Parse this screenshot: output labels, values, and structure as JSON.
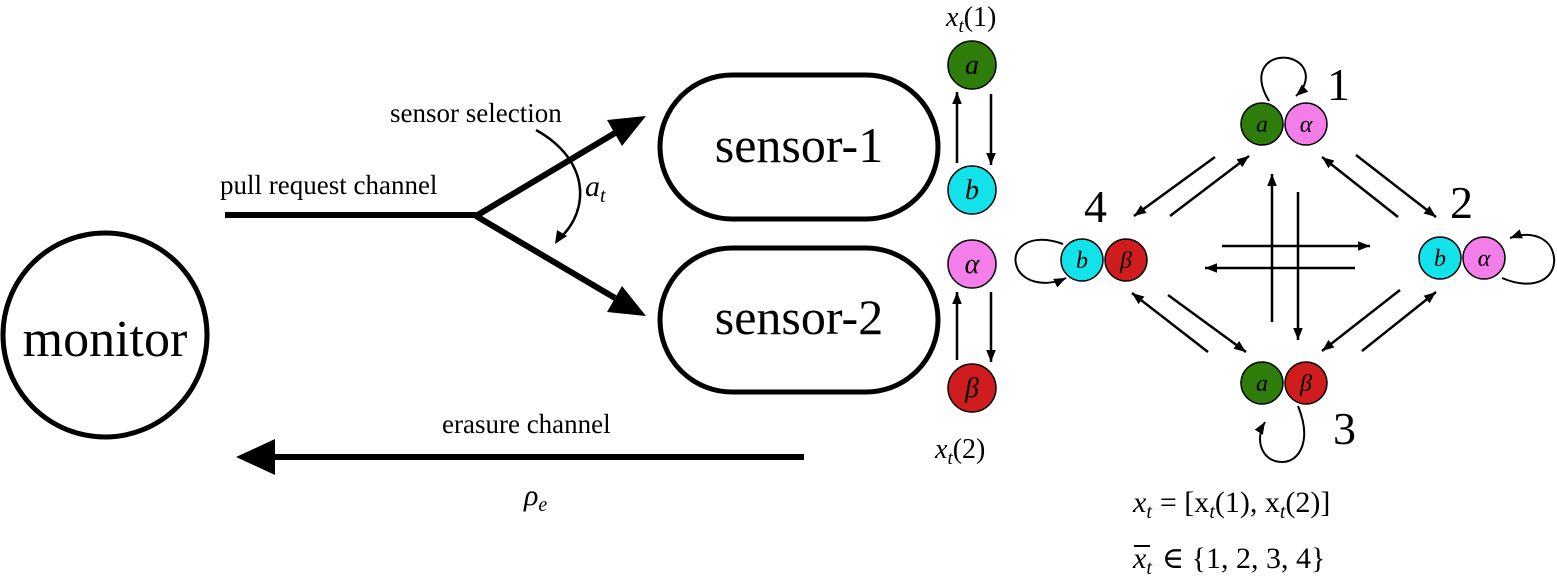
{
  "labels": {
    "monitor": "monitor",
    "sensor1": "sensor-1",
    "sensor2": "sensor-2",
    "sensor_selection": "sensor selection",
    "pull_request_channel": "pull request channel",
    "a_t": "a",
    "a_t_sub": "t",
    "erasure_channel": "erasure channel",
    "rho_e": "ρ",
    "rho_e_sub": "e"
  },
  "sensor_states": {
    "s1_label": "x",
    "s1_label_rest": "(1)",
    "s1_top": "a",
    "s1_bottom": "b",
    "s2_top": "α",
    "s2_bottom": "β",
    "s2_label": "x",
    "s2_label_rest": "(2)",
    "sub_t": "t"
  },
  "chain": {
    "state1": {
      "num": "1",
      "left": "a",
      "right": "α"
    },
    "state2": {
      "num": "2",
      "left": "b",
      "right": "α"
    },
    "state3": {
      "num": "3",
      "left": "a",
      "right": "β"
    },
    "state4": {
      "num": "4",
      "left": "b",
      "right": "β"
    }
  },
  "equations": {
    "eq1_x": "x",
    "eq1_rest": "= [x",
    "eq1_mid": "(1), x",
    "eq1_end": "(2)]",
    "eq2_x": "x",
    "eq2_rest": "∈ {1, 2, 3, 4}",
    "sub_t": "t"
  },
  "colors": {
    "green": "#2e7d0a",
    "cyan": "#12e3ea",
    "pink": "#f47ee9",
    "red": "#cf1d1d"
  }
}
